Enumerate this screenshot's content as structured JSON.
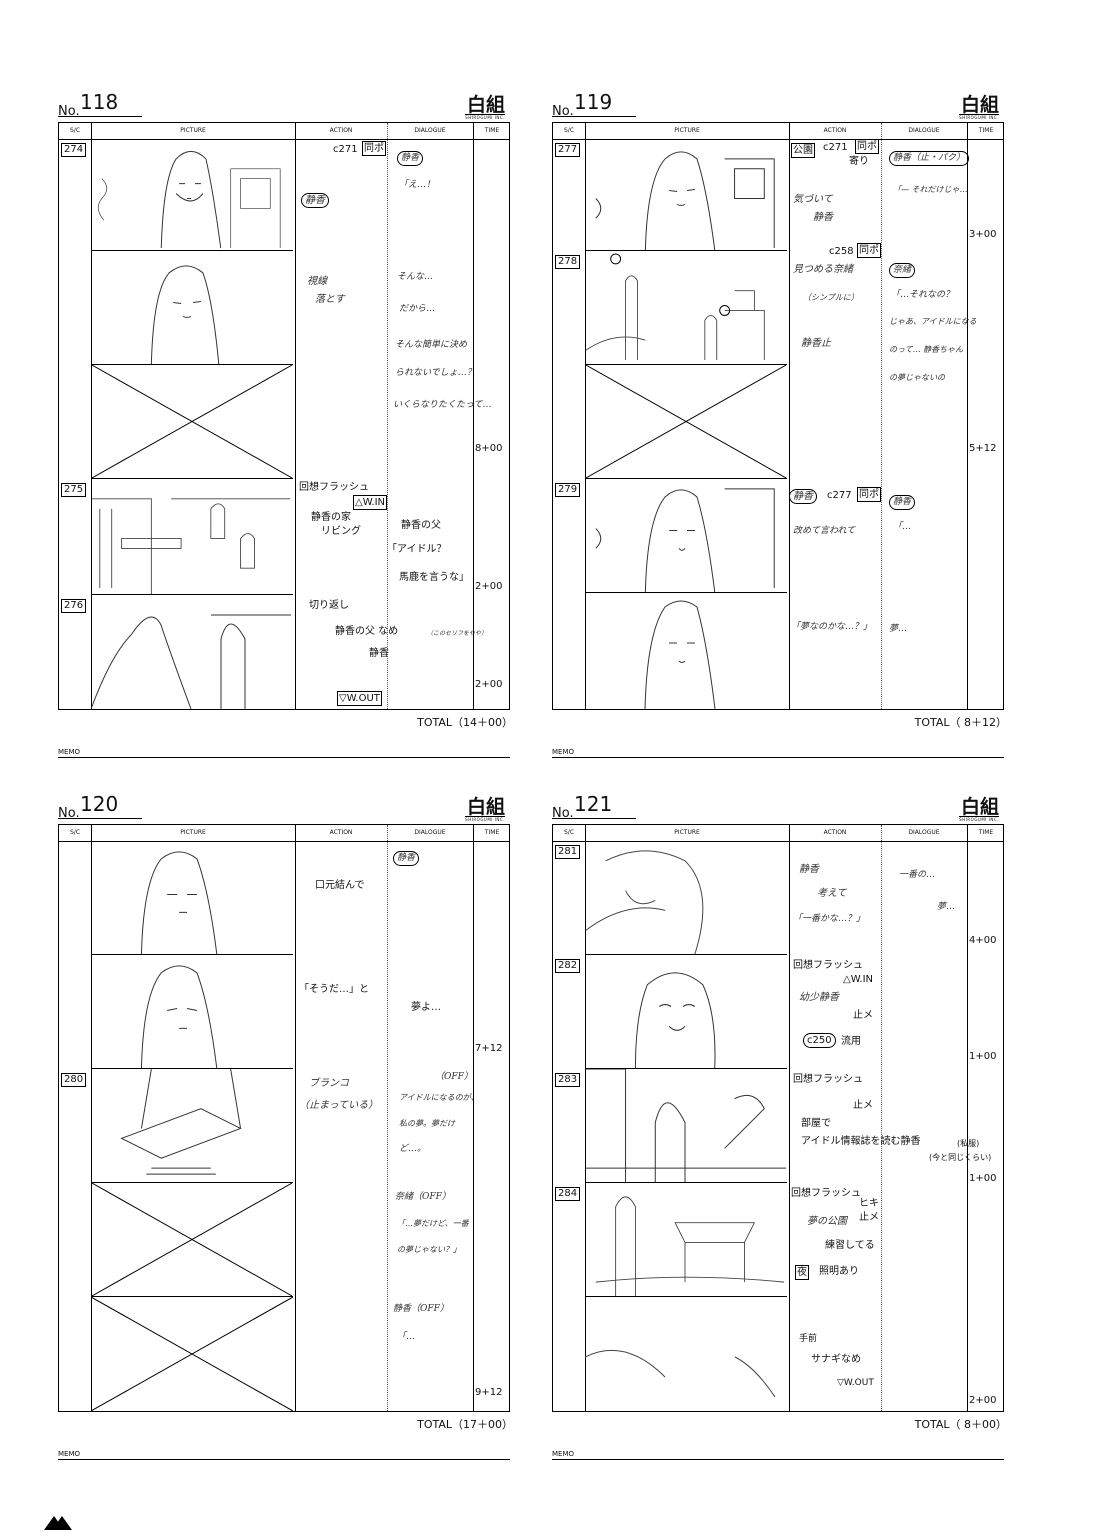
{
  "header": {
    "no_label": "No.",
    "logo": "白組",
    "logo_sub": "SHIROGUMI INC.",
    "memo_label": "MEMO"
  },
  "columns": {
    "sc": "S/C",
    "picture": "PICTURE",
    "action": "ACTION",
    "dialogue": "DIALOGUE",
    "time": "TIME"
  },
  "sheets": [
    {
      "no": "118",
      "total": "TOTAL（14＋00）",
      "scenes": [
        "274",
        "275",
        "276"
      ],
      "actions": [
        "c271",
        "同ポ",
        "静香",
        "視線",
        "落とす",
        "回想フラッシュ",
        "△W.IN",
        "静香の家",
        "リビング",
        "切り返し",
        "静香の父 なめ",
        "静香",
        "▽W.OUT"
      ],
      "dialogues": [
        "静香",
        "「え…！",
        "そんな…",
        "だから…",
        "そんな簡単に決め",
        "られないでしょ…？",
        "いくらなりたくたって…",
        "静香の父",
        "「アイドル？",
        "馬鹿を言うな」",
        "（このセリフをやや）"
      ],
      "times": [
        "8+00",
        "2+00",
        "2+00"
      ]
    },
    {
      "no": "119",
      "total": "TOTAL（ 8＋12）",
      "scenes": [
        "277",
        "278",
        "279"
      ],
      "actions": [
        "公園",
        "c271",
        "同ポ",
        "寄り",
        "気づいて",
        "静香",
        "c258",
        "同ポ",
        "見つめる奈緒",
        "（シンプルに）",
        "静香止",
        "静香",
        "c277",
        "同ポ",
        "改めて言われて",
        "「夢なのかな…？」"
      ],
      "dialogues": [
        "静香（止・パク）",
        "「— それだけじゃ…",
        "奈緒",
        "「…それなの？",
        "じゃあ、アイドルになる",
        "のって… 静香ちゃん",
        "の夢じゃないの",
        "静香",
        "「…",
        "夢…"
      ],
      "times": [
        "3+00",
        "5+12"
      ]
    },
    {
      "no": "120",
      "total": "TOTAL（17＋00）",
      "scenes": [
        "280"
      ],
      "actions": [
        "口元結んで",
        "「そうだ…」と",
        "ブランコ",
        "（止まっている）"
      ],
      "dialogues": [
        "静香",
        "夢よ…",
        "（OFF）",
        "アイドルになるのが、",
        "私の夢。夢だけ",
        "ど…。",
        "奈緒（OFF）",
        "「…夢だけど、一番",
        "の夢じゃない？」",
        "静香（OFF）",
        "「…"
      ],
      "times": [
        "7+12",
        "9+12"
      ]
    },
    {
      "no": "121",
      "total": "TOTAL（ 8＋00）",
      "scenes": [
        "281",
        "282",
        "283",
        "284"
      ],
      "actions": [
        "静香",
        "考えて",
        "「一番かな…？」",
        "回想フラッシュ",
        "△W.IN",
        "幼少静香",
        "止メ",
        "c250",
        "流用",
        "回想フラッシュ",
        "止メ",
        "部屋で",
        "アイドル情報誌を読む静香",
        "(私服)",
        "(今と同じくらい)",
        "回想フラッシュ",
        "ヒキ",
        "夢の公園",
        "止メ",
        "練習してる",
        "夜",
        "照明あり",
        "手前",
        "サナギなめ",
        "▽W.OUT"
      ],
      "dialogues": [
        "一番の…",
        "夢…"
      ],
      "times": [
        "4+00",
        "1+00",
        "1+00",
        "2+00"
      ]
    }
  ]
}
